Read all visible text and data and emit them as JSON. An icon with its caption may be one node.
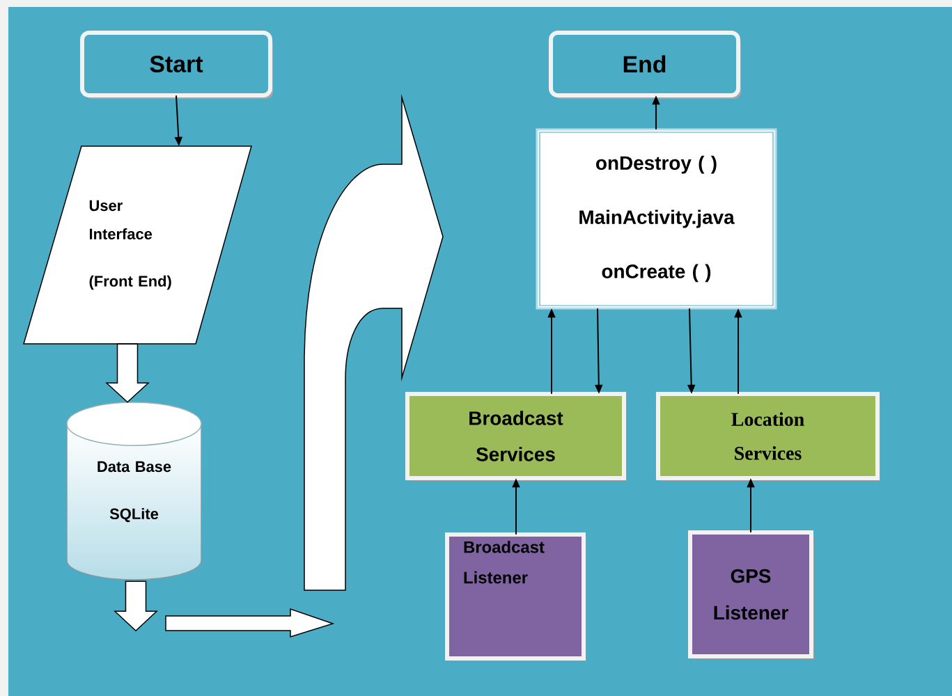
{
  "diagram": {
    "nodes": [
      {
        "text": [
          "Start"
        ]
      },
      {
        "text": [
          "User Interface",
          "(Front End)"
        ]
      },
      {
        "text": [
          "Data Base",
          "SQLite"
        ]
      },
      {
        "text": [
          "End"
        ]
      },
      {
        "text": [
          "onDestroy ( )",
          "MainActivity.java",
          "onCreate ( )"
        ]
      },
      {
        "text": [
          "Broadcast Services"
        ]
      },
      {
        "text": [
          "Location Services"
        ]
      },
      {
        "text": [
          "Broadcast Listener"
        ]
      },
      {
        "text": [
          "GPS Listener"
        ]
      }
    ],
    "edges": [
      {
        "from": 0,
        "to": 1,
        "arrow": "to"
      },
      {
        "from": 1,
        "to": 2,
        "arrow": "to",
        "style": "thick"
      },
      {
        "from": 2,
        "to": null,
        "arrow": "to",
        "style": "thick"
      },
      {
        "from": 4,
        "to": 3,
        "arrow": "to"
      },
      {
        "from": 5,
        "to": 4,
        "arrow": "to"
      },
      {
        "from": 4,
        "to": 5,
        "arrow": "to"
      },
      {
        "from": 4,
        "to": 6,
        "arrow": "to"
      },
      {
        "from": 6,
        "to": 4,
        "arrow": "to"
      },
      {
        "from": 7,
        "to": 5,
        "arrow": "to"
      },
      {
        "from": 8,
        "to": 6,
        "arrow": "to"
      }
    ]
  }
}
